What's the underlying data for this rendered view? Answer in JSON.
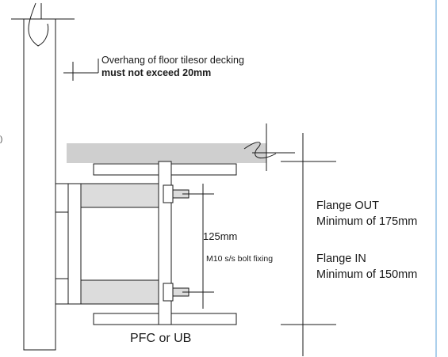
{
  "annotations": {
    "overhang_line1": "Overhang of floor tilesor decking",
    "overhang_line2": "must not exceed 20mm",
    "dimension": "125mm",
    "bolt": "M10  s/s bolt fixing",
    "flange_out_line1": "Flange OUT",
    "flange_out_line2": "Minimum of 175mm",
    "flange_in_line1": "Flange IN",
    "flange_in_line2": "Minimum of 150mm",
    "section": "PFC or UB",
    "left_edge_mark": ")"
  },
  "colors": {
    "line": "#1a1a1a",
    "decking": "#cfcfcf",
    "block_fill": "#dcdcdc",
    "page_margin": "#5aa0d8"
  }
}
